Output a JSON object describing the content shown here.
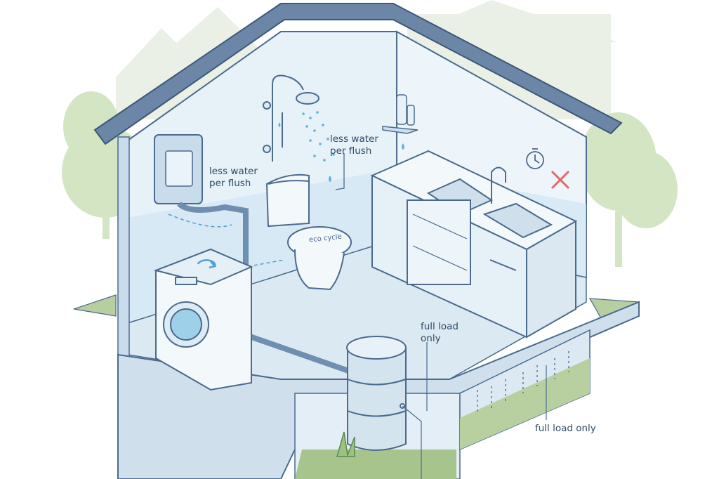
{
  "labels": {
    "toilet_note_line1": "less water",
    "toilet_note_line2": "per flush",
    "shower_note_line1": "less water",
    "shower_note_line2": "per flush",
    "washer_note_line1": "full load",
    "washer_note_line2": "only",
    "basement_note": "full load only",
    "toilet_lid_text": "eco cycle"
  },
  "colors": {
    "outline": "#4a6a8e",
    "wall_fill": "#e6f1f8",
    "water_tint": "#cfe6f2",
    "water_drop": "#5fb2d8",
    "grass": "#a9c58e",
    "tree": "#cfe2bd",
    "bg_house": "#e9efe5",
    "warning_x": "#e06a6a"
  },
  "icons": [
    "shower-icon",
    "timer-icon",
    "x-mark-icon",
    "recycle-icon"
  ]
}
